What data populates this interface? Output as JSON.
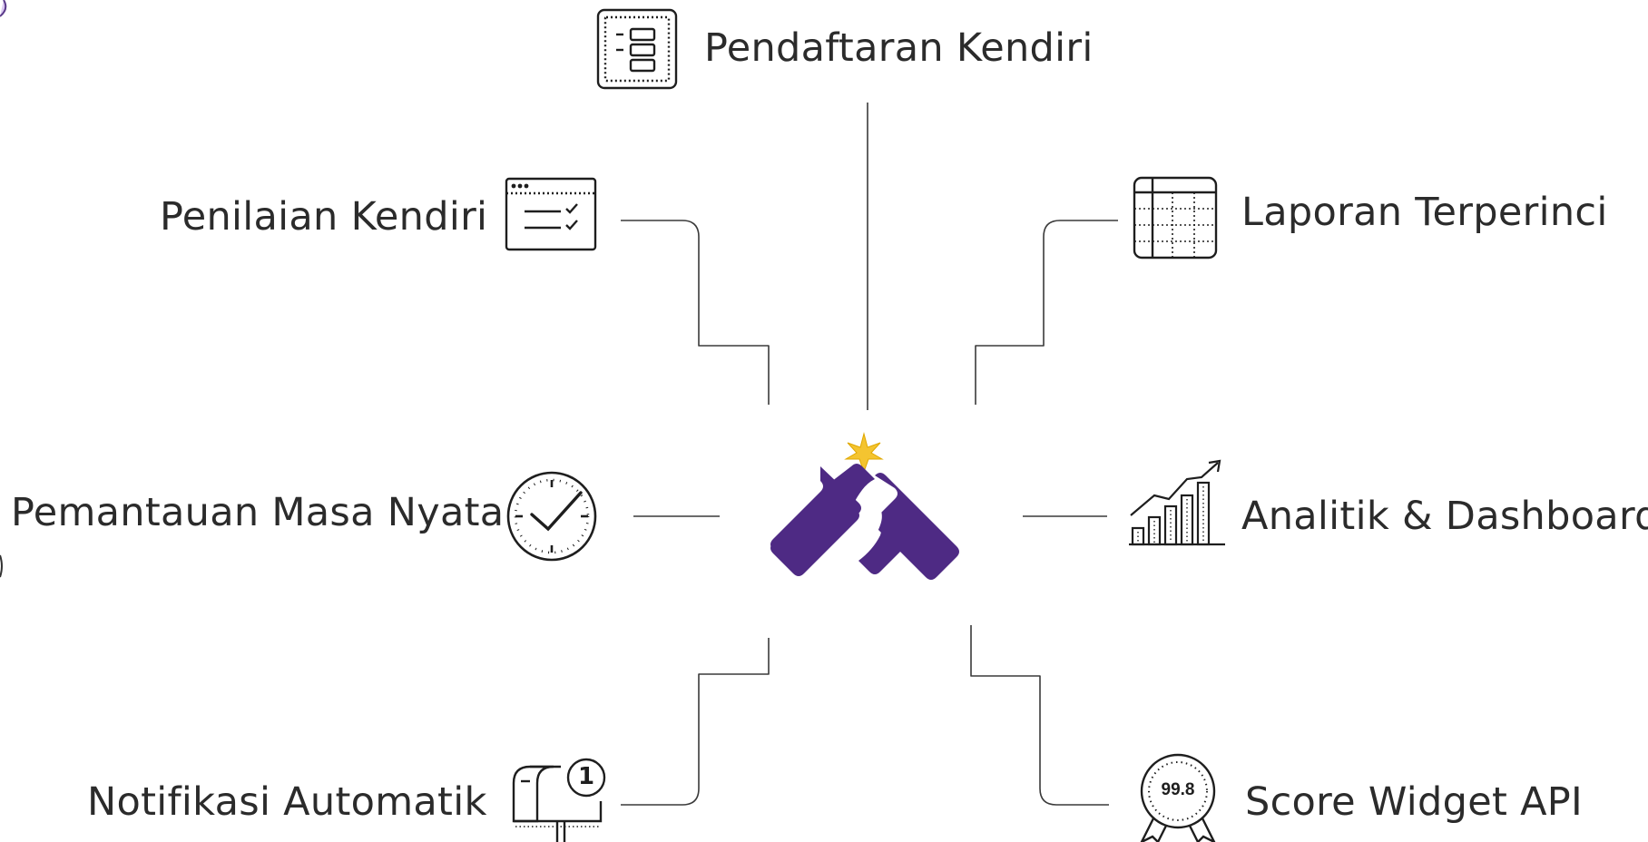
{
  "brand": {
    "logo_icon": "brand-logo",
    "purple": "#4e2a84",
    "star_color": "#f4c430"
  },
  "features": [
    {
      "id": "pendaftaran-kendiri",
      "label": "Pendaftaran Kendiri",
      "icon": "form-list-icon"
    },
    {
      "id": "penilaian-kendiri",
      "label": "Penilaian Kendiri",
      "icon": "checklist-window-icon"
    },
    {
      "id": "laporan-terperinci",
      "label": "Laporan Terperinci",
      "icon": "spreadsheet-icon"
    },
    {
      "id": "pemantauan-masa-nyata",
      "label": "Pemantauan Masa Nyata",
      "icon": "clock-check-icon"
    },
    {
      "id": "analitik-dashboard",
      "label": "Analitik & Dashboard",
      "icon": "growth-chart-icon"
    },
    {
      "id": "notifikasi-automatik",
      "label": "Notifikasi Automatik",
      "icon": "mailbox-icon",
      "badge": "1"
    },
    {
      "id": "score-widget-api",
      "label": "Score Widget API",
      "icon": "award-badge-icon",
      "score": "99.8"
    }
  ],
  "connector_color": "#3a3a3a",
  "icon_color": "#1e1e1e"
}
